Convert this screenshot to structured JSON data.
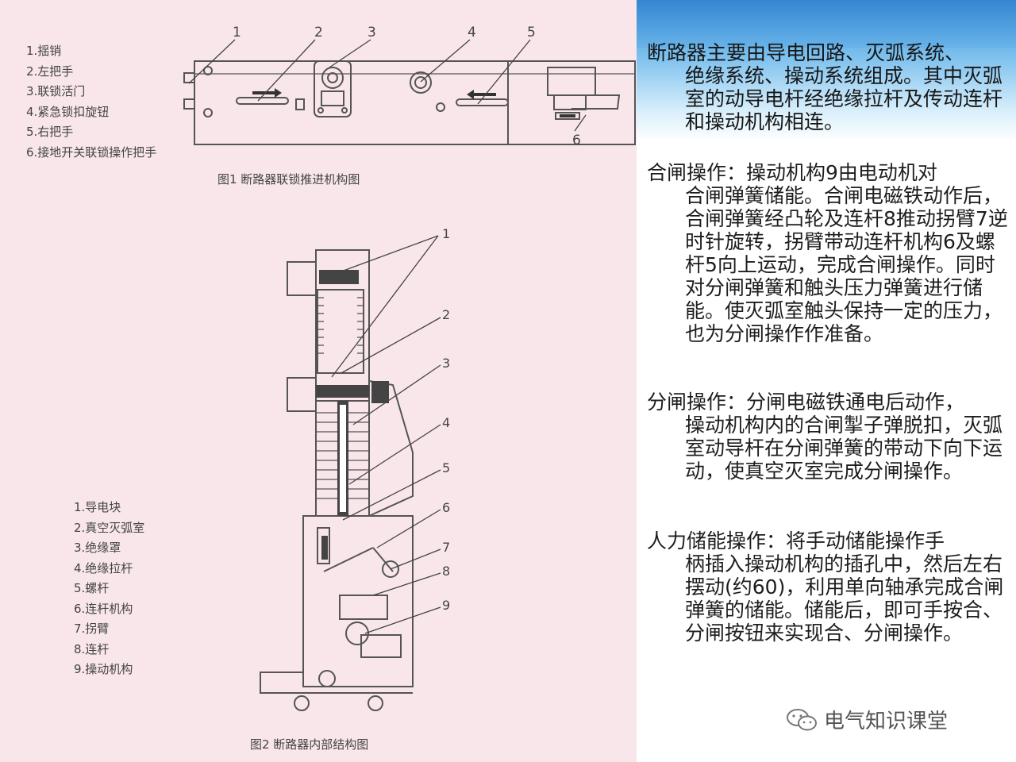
{
  "figure1": {
    "legend": [
      "1.揺销",
      "2.左把手",
      "3.联锁活门",
      "4.紧急锁扣旋钮",
      "5.右把手",
      "6.接地开关联锁操作把手"
    ],
    "callouts": [
      "1",
      "2",
      "3",
      "4",
      "5",
      "6"
    ],
    "caption": "图1 断路器联锁推进机构图"
  },
  "figure2": {
    "legend": [
      "1.导电块",
      "2.真空灭弧室",
      "3.绝缘罩",
      "4.绝缘拉杆",
      "5.螺杆",
      "6.连杆机构",
      "7.拐臂",
      "8.连杆",
      "9.操动机构"
    ],
    "callouts": [
      "1",
      "2",
      "3",
      "4",
      "5",
      "6",
      "7",
      "8",
      "9"
    ],
    "caption": "图2 断路器内部结构图"
  },
  "header": {
    "first": "断路器主要由导电回路、灭弧系统、",
    "rest": "绝缘系统、操动系统组成。其中灭弧室的动导电杆经绝缘拉杆及传动连杆和操动机构相连。"
  },
  "paragraphs": [
    {
      "first": "合闸操作：操动机构9由电动机对",
      "rest": "合闸弹簧储能。合闸电磁铁动作后，合闸弹簧经凸轮及连杆8推动拐臂7逆时针旋转，拐臂带动连杆机构6及螺杆5向上运动，完成合闸操作。同时对分闸弹簧和触头压力弹簧进行储能。使灭弧室触头保持一定的压力，也为分闸操作作准备。"
    },
    {
      "first": "分闸操作：分闸电磁铁通电后动作，",
      "rest": "操动机构内的合闸掣子弹脱扣，灭弧室动导杆在分闸弹簧的带动下向下运动，使真空灭室完成分闸操作。"
    },
    {
      "first": "人力储能操作：将手动储能操作手",
      "rest": "柄插入操动机构的插孔中，然后左右摆动(约60)，利用单向轴承完成合闸弹簧的储能。储能后，即可手按合、分闸按钮来实现合、分闸操作。"
    }
  ],
  "watermark": "电气知识课堂",
  "colors": {
    "left_bg": "#f8e6ea",
    "header_blue": "#3a8fd6"
  }
}
